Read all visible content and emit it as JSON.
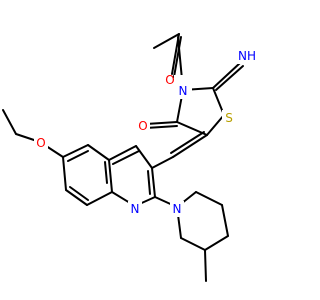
{
  "colors": {
    "bond": "#000000",
    "oxygen": "#ff0000",
    "nitrogen": "#0000ff",
    "sulfur": "#b8a000",
    "background": "#ffffff"
  },
  "atoms": {
    "o_acetyl": "O",
    "nh_imino": "NH",
    "n_ring": "N",
    "s_ring": "S",
    "o_keto": "O",
    "o_ether": "O",
    "n_quinoline": "N",
    "n_piperidine": "N"
  }
}
